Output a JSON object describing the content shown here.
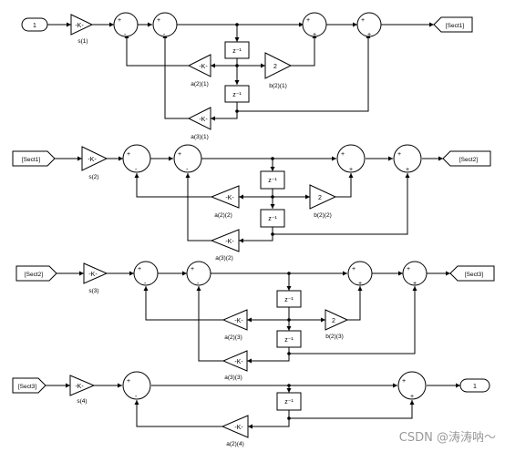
{
  "blocks": {
    "in1": "1",
    "out1": "1",
    "gain": "-K-",
    "unit_delay": "z⁻¹",
    "two": "2",
    "goto_sect1": "[Sect1]",
    "from_sect1": "[Sect1]",
    "goto_sect2": "[Sect2]",
    "from_sect2": "[Sect2]",
    "goto_sect3": "[Sect3]",
    "from_sect3": "[Sect3]"
  },
  "labels": {
    "s1": "s(1)",
    "a21": "a(2)(1)",
    "a31": "a(3)(1)",
    "b21": "b(2)(1)",
    "s2": "s(2)",
    "a22": "a(2)(2)",
    "a32": "a(3)(2)",
    "b22": "b(2)(2)",
    "s3": "s(3)",
    "a23": "a(2)(3)",
    "a33": "a(3)(3)",
    "b23": "b(2)(3)",
    "s4": "s(4)",
    "a24": "a(2)(4)"
  },
  "signs": {
    "plus": "+",
    "minus": "-"
  },
  "watermark": "CSDN @涛涛呐～"
}
